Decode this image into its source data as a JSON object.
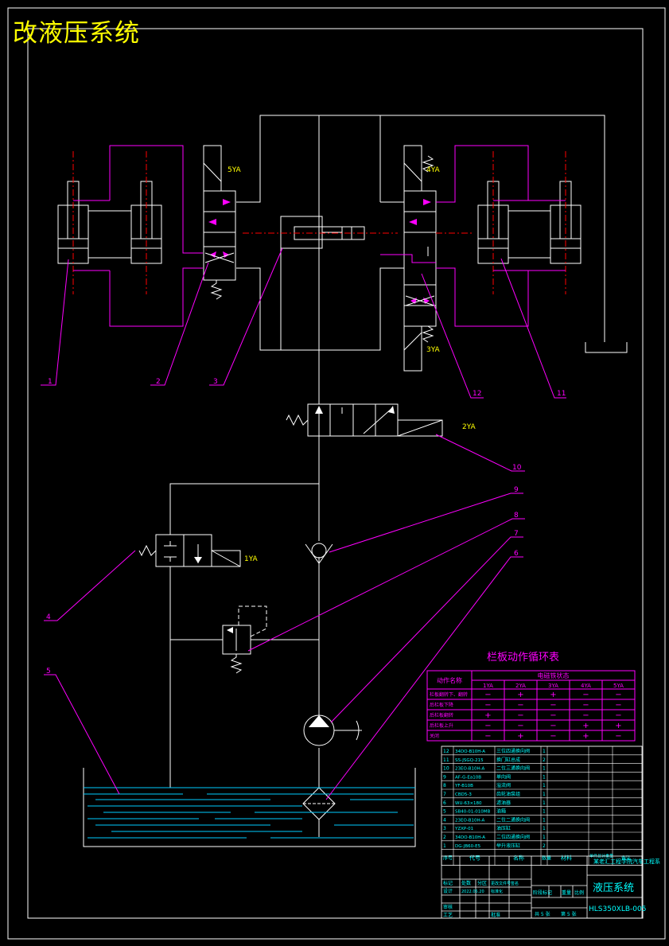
{
  "title": "改液压系统",
  "solenoid_labels": {
    "s5": "5YA",
    "s4": "4YA",
    "s3": "3YA",
    "s2": "2YA",
    "s1": "1YA"
  },
  "part_callouts": [
    "1",
    "2",
    "3",
    "12",
    "11",
    "10",
    "9",
    "8",
    "7",
    "6",
    "4",
    "5"
  ],
  "cycle_table": {
    "title": "栏板动作循环表",
    "header_group": "电磁铁状态",
    "action_header": "动作名称",
    "columns": [
      "1YA",
      "2YA",
      "3YA",
      "4YA",
      "5YA"
    ],
    "rows": [
      {
        "name": "栏板翻转下、翻转",
        "states": [
          "−",
          "+",
          "+",
          "−",
          "−"
        ]
      },
      {
        "name": "后栏板下降",
        "states": [
          "−",
          "−",
          "−",
          "−",
          "−"
        ]
      },
      {
        "name": "后栏板翻转",
        "states": [
          "+",
          "−",
          "−",
          "−",
          "−"
        ]
      },
      {
        "name": "后栏板上升",
        "states": [
          "−",
          "−",
          "−",
          "+",
          "+"
        ]
      },
      {
        "name": "关闭",
        "states": [
          "−",
          "+",
          "−",
          "+",
          "−"
        ]
      }
    ]
  },
  "parts_list": [
    {
      "no": "12",
      "code": "34DO-B10H-A",
      "name": "三位四通换向阀",
      "qty": "1"
    },
    {
      "no": "11",
      "code": "SS-JSGQ-215",
      "name": "换门缸总成",
      "qty": "2"
    },
    {
      "no": "10",
      "code": "23EO-B10H-A",
      "name": "二位三通换向阀",
      "qty": "1"
    },
    {
      "no": "9",
      "code": "AF-G-Ea10B",
      "name": "单向阀",
      "qty": "1"
    },
    {
      "no": "8",
      "code": "YF-B10B",
      "name": "溢流阀",
      "qty": "1"
    },
    {
      "no": "7",
      "code": "CBD5-3",
      "name": "齿轮油泵组",
      "qty": "1"
    },
    {
      "no": "6",
      "code": "WU-63×180",
      "name": "滤油器",
      "qty": "1"
    },
    {
      "no": "5",
      "code": "SB40-01-010MB",
      "name": "油箱",
      "qty": "1"
    },
    {
      "no": "4",
      "code": "23EO-B10H-A",
      "name": "二位二通换向阀",
      "qty": "1"
    },
    {
      "no": "3",
      "code": "YZXP-01",
      "name": "油压缸",
      "qty": "1"
    },
    {
      "no": "2",
      "code": "34DO-B10H-A",
      "name": "二位四通换向阀",
      "qty": "1"
    },
    {
      "no": "1",
      "code": "DG-JB60-E5",
      "name": "举升液压缸",
      "qty": "2"
    }
  ],
  "parts_header": {
    "no": "序号",
    "code": "代号",
    "name": "名称",
    "qty": "数量",
    "material": "材料",
    "unit_weight": "单件总计重量",
    "remark": "备注"
  },
  "title_block": {
    "company": "某老汇工程学院汽车工程系",
    "drawing_name": "液压系统",
    "drawing_no": "HLS350XLB-005",
    "labels": {
      "mark": "标记",
      "count": "处数",
      "zone": "分区",
      "change_doc": "更改文件号",
      "signature": "签名",
      "date": "年月日",
      "design": "设计",
      "standard": "标准化",
      "stage_mark": "阶段标记",
      "weight": "重量",
      "scale": "比例",
      "review": "审核",
      "process": "工艺",
      "approve": "批准"
    },
    "designer_date": "2022.05.20",
    "sheets": "共 5 张",
    "sheet_no": "第 5 张"
  },
  "colors": {
    "line": "#ffffff",
    "magenta": "#ff00ff",
    "cyan": "#00ffff",
    "red": "#ff0000",
    "yellow": "#ffff00",
    "water": "#00ccff"
  }
}
